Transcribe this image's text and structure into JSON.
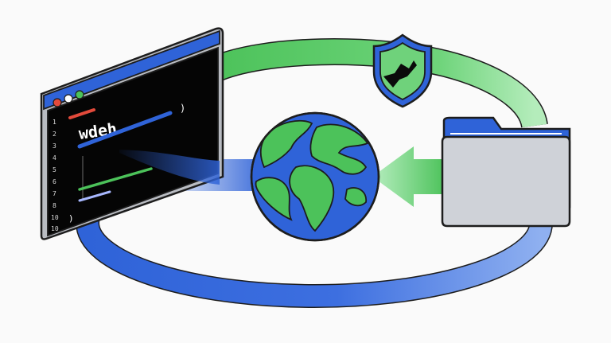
{
  "editor": {
    "code_word": "wdeh",
    "line_numbers": [
      "1",
      "2",
      "3",
      "4",
      "5",
      "6",
      "7",
      "8",
      "10",
      "10"
    ],
    "brace_right": ")",
    "brace_bottom": ")"
  },
  "colors": {
    "blue": "#2f63d8",
    "green": "#4cc25a",
    "green_light": "#8fe39a",
    "folder_gray": "#cfd2d8",
    "editor_bg": "#050505",
    "outline": "#1d1d1d",
    "red": "#e24a3b"
  },
  "icons": [
    "code-editor-window-icon",
    "shield-cracked-icon",
    "globe-icon",
    "folder-icon",
    "arrow-left-icon"
  ]
}
